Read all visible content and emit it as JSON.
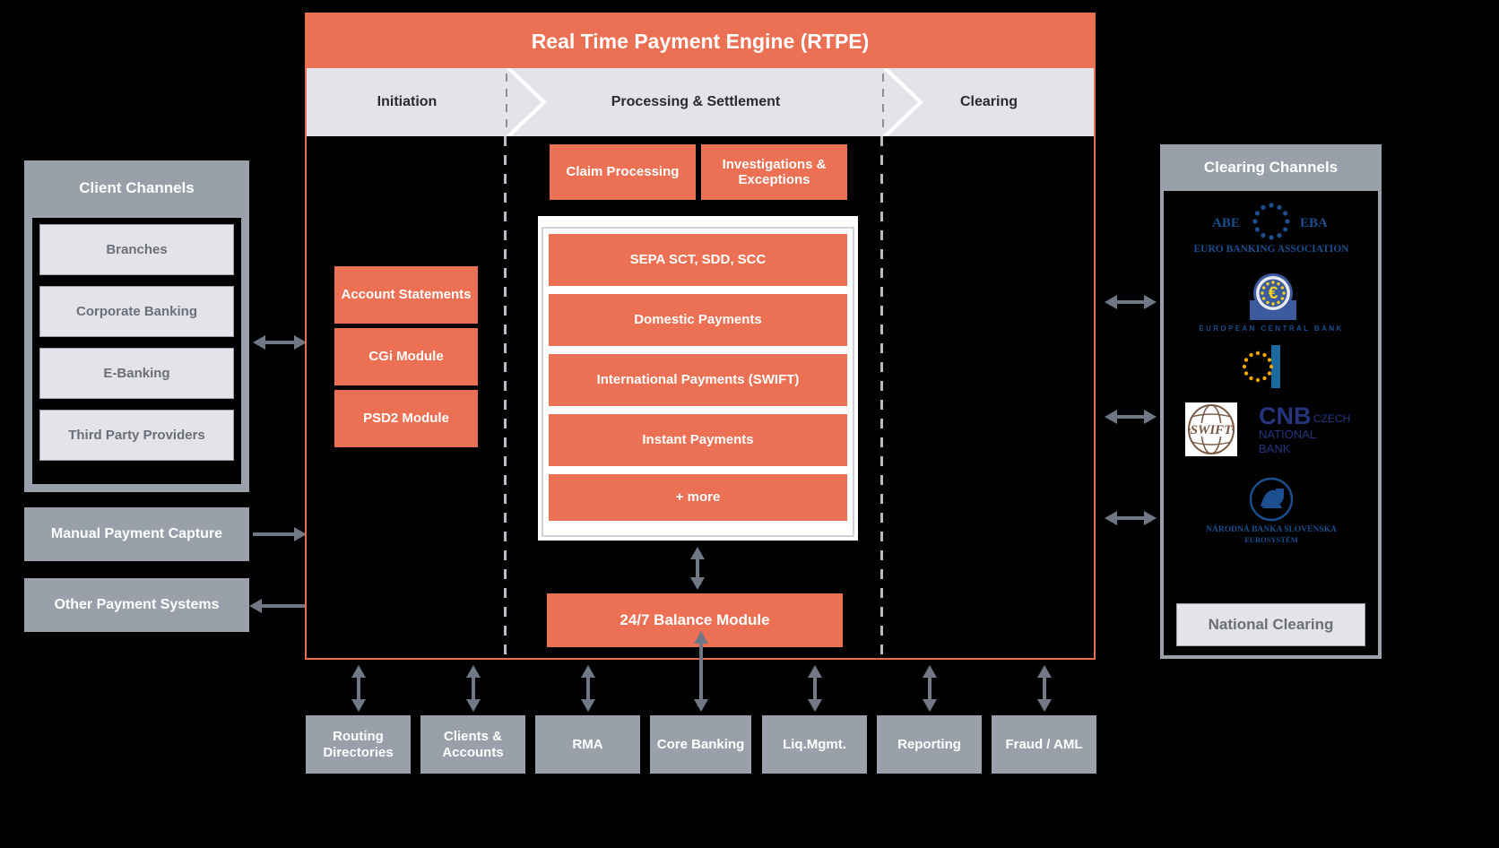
{
  "colors": {
    "orange": "#ec7053",
    "orange_border": "#e96f50",
    "gray": "#9aa0aa",
    "light_gray": "#e3e3e9",
    "band": "#e3e3e9",
    "arrow": "#6f7884",
    "background": "#000000",
    "logo_blue": "#1b4f8f",
    "swift_brown": "#7a5a46"
  },
  "rtpe": {
    "title": "Real Time Payment Engine (RTPE)",
    "stages": [
      {
        "label": "Initiation"
      },
      {
        "label": "Processing & Settlement"
      },
      {
        "label": "Clearing"
      }
    ],
    "initiation_modules": [
      {
        "label": "Account Statements"
      },
      {
        "label": "CGi Module"
      },
      {
        "label": "PSD2 Module"
      }
    ],
    "exception_modules": [
      {
        "label": "Claim Processing"
      },
      {
        "label": "Investigations & Exceptions"
      }
    ],
    "payment_types": [
      {
        "label": "SEPA SCT, SDD, SCC"
      },
      {
        "label": "Domestic Payments"
      },
      {
        "label": "International Payments (SWIFT)"
      },
      {
        "label": "Instant Payments"
      },
      {
        "label": "+ more"
      }
    ],
    "balance_module": {
      "label": "24/7 Balance Module"
    }
  },
  "client_channels": {
    "title": "Client Channels",
    "items": [
      {
        "label": "Branches"
      },
      {
        "label": "Corporate Banking"
      },
      {
        "label": "E-Banking"
      },
      {
        "label": "Third Party Providers"
      }
    ]
  },
  "left_blocks": [
    {
      "label": "Manual Payment Capture"
    },
    {
      "label": "Other Payment Systems"
    }
  ],
  "clearing_channels": {
    "title": "Clearing Channels",
    "logos": [
      {
        "name": "eba-logo",
        "acronym_left": "ABE",
        "acronym_right": "EBA",
        "caption": "EURO BANKING ASSOCIATION"
      },
      {
        "name": "ecb-logo",
        "caption": "EUROPEAN CENTRAL BANK",
        "symbol": "€"
      },
      {
        "name": "eba-clearing-logo",
        "caption": ""
      },
      {
        "name": "swift-logo",
        "caption": "SWIFT"
      },
      {
        "name": "cnb-logo",
        "acronym": "CNB",
        "caption": "CZECH NATIONAL BANK"
      },
      {
        "name": "nbs-logo",
        "caption": "NÁRODNÁ BANKA SLOVENSKA",
        "subcaption": "EUROSYSTÉM"
      }
    ],
    "national_clearing": {
      "label": "National Clearing"
    }
  },
  "bottom_services": [
    {
      "label": "Routing Directories"
    },
    {
      "label": "Clients & Accounts"
    },
    {
      "label": "RMA"
    },
    {
      "label": "Core Banking"
    },
    {
      "label": "Liq.Mgmt."
    },
    {
      "label": "Reporting"
    },
    {
      "label": "Fraud / AML"
    }
  ]
}
